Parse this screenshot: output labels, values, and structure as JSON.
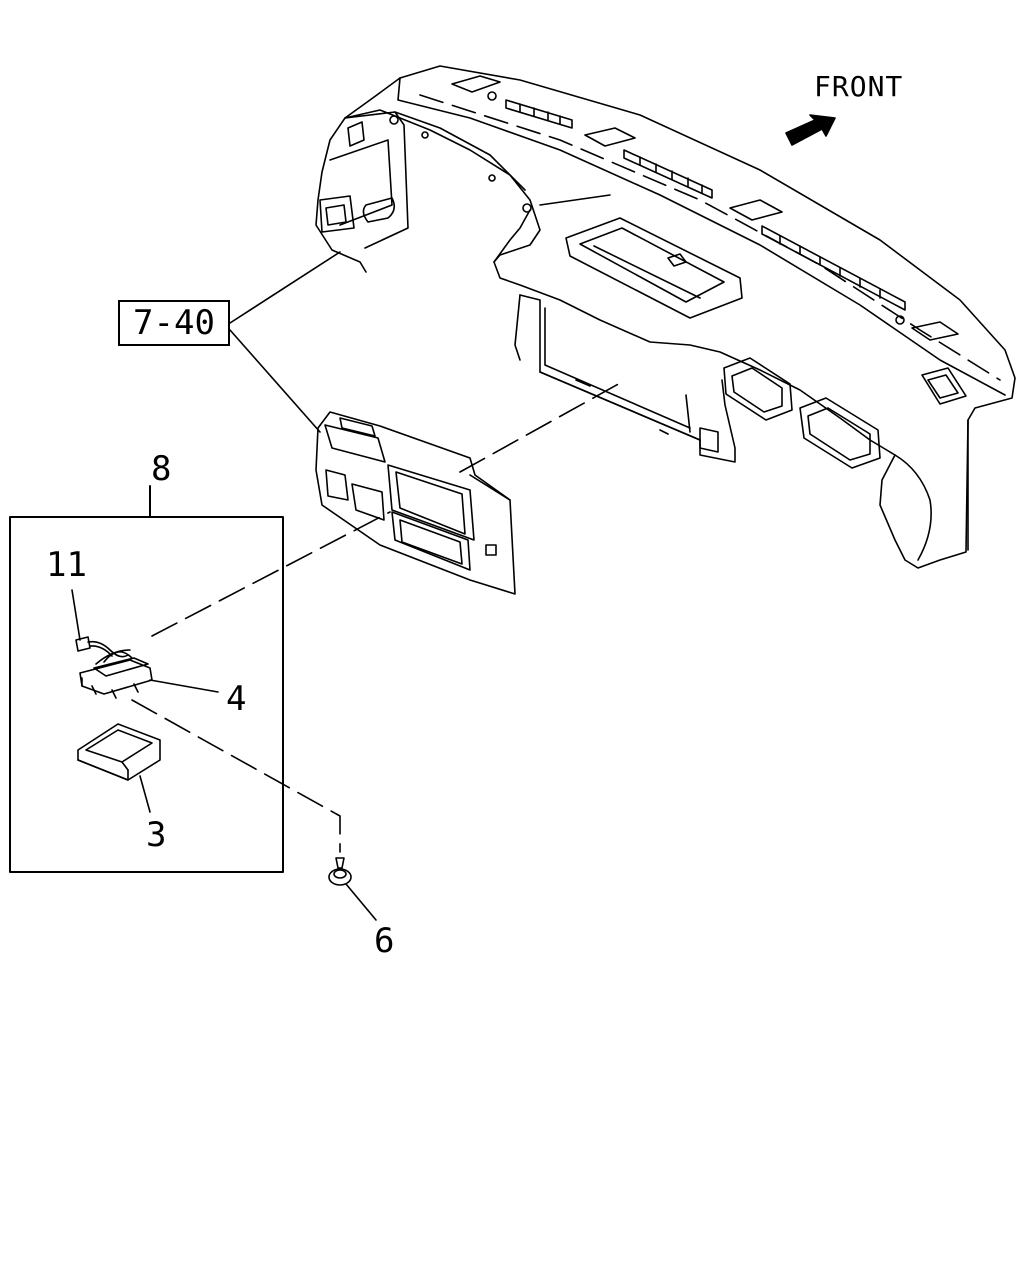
{
  "labels": {
    "ref_7_40": "7-40",
    "part_8": "8",
    "part_11": "11",
    "part_4": "4",
    "part_3": "3",
    "part_6": "6",
    "front": "FRONT"
  },
  "icons": {
    "front_arrow": "front-arrow-icon"
  },
  "colors": {
    "line": "#000000",
    "background": "#ffffff"
  }
}
